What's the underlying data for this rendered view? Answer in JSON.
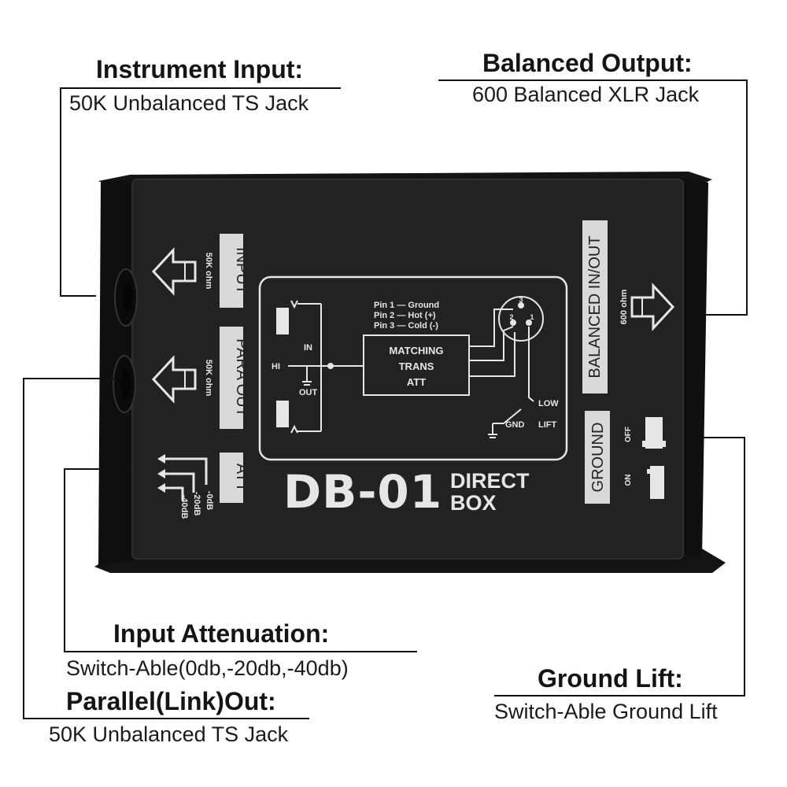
{
  "callouts": {
    "instrument_input": {
      "title": "Instrument Input:",
      "desc": "50K Unbalanced TS Jack"
    },
    "balanced_output": {
      "title": "Balanced Output:",
      "desc": "600 Balanced XLR Jack"
    },
    "input_attenuation": {
      "title": "Input Attenuation:",
      "desc": "Switch-Able(0db,-20db,-40db)"
    },
    "parallel_out": {
      "title": "Parallel(Link)Out:",
      "desc": "50K Unbalanced TS Jack"
    },
    "ground_lift": {
      "title": "Ground Lift:",
      "desc": "Switch-Able Ground Lift"
    }
  },
  "device": {
    "model": "DB-01",
    "type_line1": "DIRECT",
    "type_line2": "BOX",
    "panel_left": {
      "input_label": "INPUT",
      "input_impedance": "50K ohm",
      "para_out_label": "PARA OUT",
      "para_out_impedance": "50K ohm",
      "att_label": "ATT",
      "att_levels": [
        "-0dB",
        "-20dB",
        "-40dB"
      ]
    },
    "panel_right": {
      "balanced_label": "BALANCED IN/OUT",
      "balanced_impedance": "600 ohm",
      "ground_label": "GROUND",
      "switch_off": "OFF",
      "switch_on": "ON"
    },
    "schematic": {
      "pins": [
        "Pin 1 — Ground",
        "Pin 2 — Hot (+)",
        "Pin 3 — Cold (-)"
      ],
      "block_lines": [
        "MATCHING",
        "TRANS",
        "ATT"
      ],
      "in_label": "IN",
      "out_label": "OUT",
      "hi_label": "HI",
      "low_label": "LOW",
      "gnd_label": "GND",
      "lift_label": "LIFT",
      "xlr_pin_numbers": [
        "3",
        "2",
        "1"
      ]
    }
  },
  "colors": {
    "background": "#ffffff",
    "chassis": "#1c1c1c",
    "chassis_front": "#232323",
    "silkscreen": "#e6e6e6",
    "label_box": "#d9d9d9",
    "line": "#111111"
  }
}
